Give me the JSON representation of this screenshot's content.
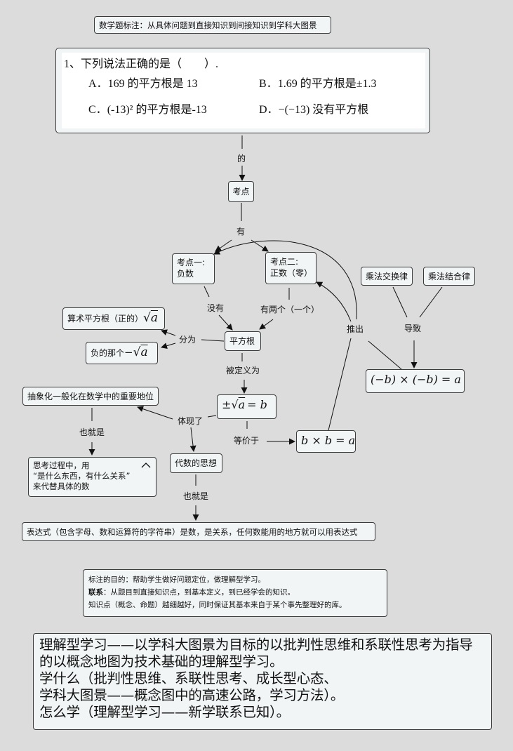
{
  "header": "数学题标注：从具体问题到直接知识到间接知识到学科大图景",
  "question": {
    "stem": "1、下列说法正确的是（　　）.",
    "options": [
      {
        "letter": "A．",
        "text": "169 的平方根是 13"
      },
      {
        "letter": "B．",
        "text": "1.69 的平方根是±1.3"
      },
      {
        "letter": "C．",
        "text": "(-13)² 的平方根是-13"
      },
      {
        "letter": "D．",
        "text": "−(−13) 没有平方根"
      }
    ]
  },
  "nodes": {
    "kaodian": "考点",
    "kp1_line1": "考点一:",
    "kp1_line2": "负数",
    "kp2_line1": "考点二:",
    "kp2_line2": "正数（零）",
    "arith_root": "算术平方根（正的）",
    "neg_root": "负的那个",
    "pingfanggen": "平方根",
    "mul_comm": "乘法交换律",
    "mul_assoc": "乘法结合律",
    "abstraction": "抽象化一般化在数学中的重要地位",
    "algebra": "代数的思想",
    "thinking_line1": "思考过程中，用",
    "thinking_line2": "“是什么东西，有什么关系”",
    "thinking_line3": "来代替具体的数",
    "expression": "表达式（包含字母、数和运算符的字符串）是数，是关系，任何数能用的地方就可以用表达式"
  },
  "math": {
    "sqrt_a": "a",
    "minus": "−",
    "pm_sqrt": "±",
    "eq_b": "= b",
    "neg_b_product": "(−b) × (−b) = a",
    "b_times_b": "b × b = a"
  },
  "edge_labels": {
    "de": "的",
    "you": "有",
    "meiyou": "没有",
    "you_liangge": "有两个（一个）",
    "fenwei": "分为",
    "tuichu": "推出",
    "daozhi": "导致",
    "beidingyi": "被定义为",
    "tixianle": "体现了",
    "yejiushi1": "也就是",
    "dengjiayu": "等价于",
    "yejiushi2": "也就是"
  },
  "note": {
    "line1": "标注的目的：帮助学生做好问题定位，做理解型学习。",
    "line2_bold": "联系",
    "line2_rest": "：从题目到直接知识点，到基本定义，到已经学会的知识。",
    "line3": "知识点（概念、命题）越细越好，同时保证其基本来自于某个事先整理好的库。"
  },
  "summary": {
    "line1": "理解型学习——以学科大图景为目标的以批判性思维和系联性思考为指导",
    "line2": "的以概念地图为技术基础的理解型学习。",
    "line3": "学什么（批判性思维、系联性思考、成长型心态、",
    "line4": "学科大图景——概念图中的高速公路，学习方法）。",
    "line5": "怎么学（理解型学习——新学联系已知）。"
  },
  "icons": {
    "collapse": "chevron-up-icon"
  }
}
